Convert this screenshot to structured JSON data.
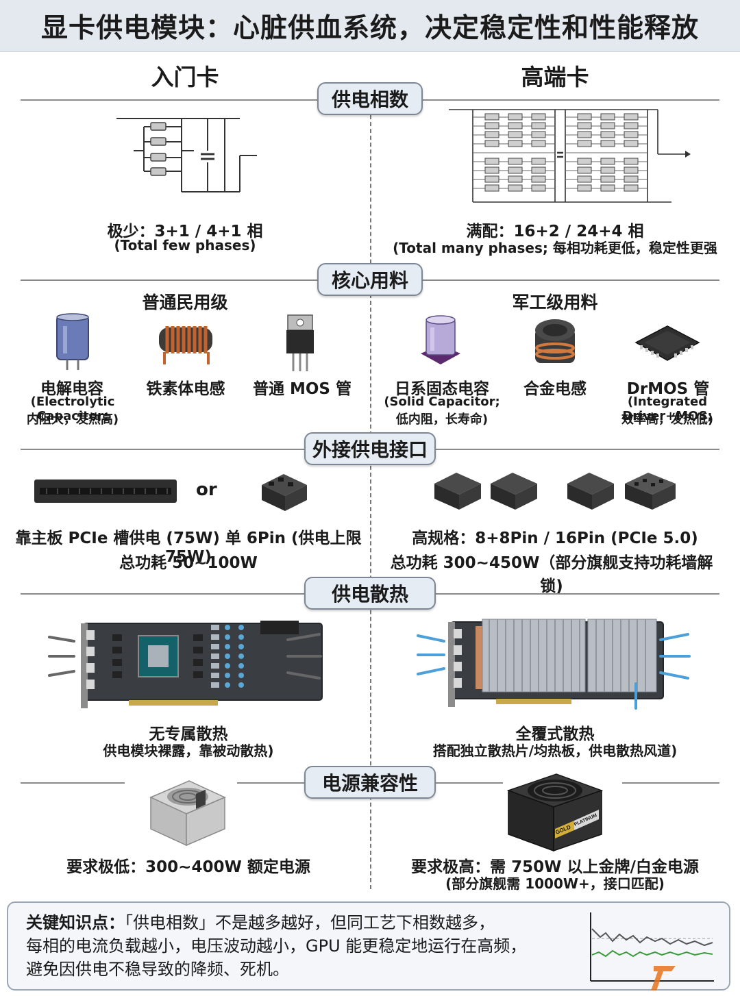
{
  "title": "显卡供电模块：心脏供血系统，决定稳定性和性能释放",
  "columns": {
    "left": "入门卡",
    "right": "高端卡"
  },
  "sections": {
    "phases": {
      "label": "供电相数",
      "left_main": "极少：3+1 / 4+1 相",
      "left_sub": "(Total few phases)",
      "right_main": "满配：16+2 / 24+4 相",
      "right_sub": "(Total many phases; 每相功耗更低，稳定性更强"
    },
    "materials": {
      "label": "核心用料",
      "left_group": "普通民用级",
      "right_group": "军工级用料",
      "left_items": [
        {
          "name": "电解电容",
          "desc1": "(Electrolytic Capacitor;",
          "desc2": "内阻大，发热高)"
        },
        {
          "name": "铁素体电感",
          "desc1": "",
          "desc2": ""
        },
        {
          "name": "普通 MOS 管",
          "desc1": "",
          "desc2": ""
        }
      ],
      "right_items": [
        {
          "name": "日系固态电容",
          "desc1": "(Solid Capacitor;",
          "desc2": "低内阻，长寿命)"
        },
        {
          "name": "合金电感",
          "desc1": "",
          "desc2": ""
        },
        {
          "name": "DrMOS 管",
          "desc1": "(Integrated Driver+MOS;",
          "desc2": "效率高，发热低)"
        }
      ]
    },
    "connector": {
      "label": "外接供电接口",
      "or_text": "or",
      "left_line1": "靠主板 PCIe 槽供电 (75W)   单 6Pin (供电上限 75W)",
      "left_line2": "总功耗 50~100W",
      "right_line1": "高规格：8+8Pin / 16Pin (PCIe 5.0)",
      "right_line2": "总功耗 300~450W（部分旗舰支持功耗墙解锁)"
    },
    "cooling": {
      "label": "供电散热",
      "left_main": "无专属散热",
      "left_sub": "供电模块裸露，靠被动散热)",
      "right_main": "全覆式散热",
      "right_sub": "搭配独立散热片/均热板，供电散热风道)"
    },
    "psu": {
      "label": "电源兼容性",
      "left_main": "要求极低：300~400W 额定电源",
      "right_main": "要求极高：需 750W 以上金牌/白金电源",
      "right_sub": "(部分旗舰需 1000W+，接口匹配)",
      "badge_gold": "GOLD",
      "badge_platinum": "PLATINUM"
    }
  },
  "key_points": {
    "label": "关键知识点：",
    "text1": "「供电相数」不是越多越好，但同工艺下相数越多，",
    "text2": "每相的电流负载越小，电压波动越小，GPU 能更稳定地运行在高频，",
    "text3": "避免因供电不稳导致的降频、死机。"
  },
  "colors": {
    "title_bg": "#e4e9f0",
    "pill_bg": "#e6ecf4",
    "pcb": "#3a3d42",
    "copper": "#c9794a",
    "arrow_blue": "#4d9fd9"
  }
}
